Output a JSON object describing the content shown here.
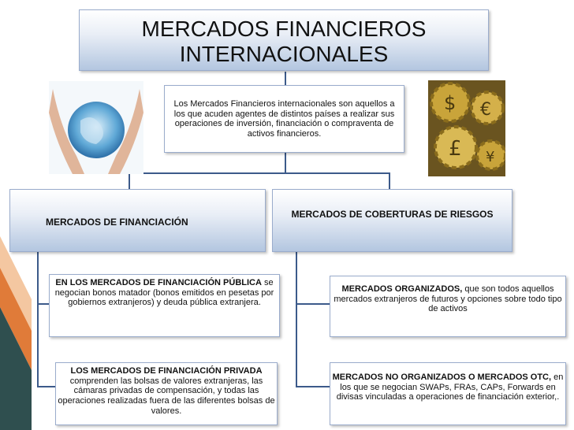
{
  "title": {
    "line1": "MERCADOS FINANCIEROS",
    "line2": "INTERNACIONALES"
  },
  "definition": "Los Mercados Financieros internacionales son aquellos a los que acuden agentes de distintos países a realizar sus operaciones de inversión, financiación o compraventa de activos financieros.",
  "left_branch": {
    "title": "MERCADOS DE FINANCIACIÓN",
    "child1": {
      "bold": "EN LOS MERCADOS DE FINANCIACIÓN PÚBLICA",
      "text": "se negocian bonos matador (bonos emitidos en pesetas por gobiernos extranjeros) y deuda pública extranjera."
    },
    "child2": {
      "bold": "LOS MERCADOS DE FINANCIACIÓN PRIVADA",
      "text": "comprenden las bolsas de valores extranjeras, las cámaras privadas de compensación, y todas las operaciones realizadas fuera de las diferentes bolsas de valores."
    }
  },
  "right_branch": {
    "title": "MERCADOS DE COBERTURAS DE RIESGOS",
    "child1": {
      "bold": "MERCADOS ORGANIZADOS,",
      "text": "que son todos aquellos mercados extranjeros de futuros y opciones sobre todo tipo de activos"
    },
    "child2": {
      "bold": "MERCADOS NO ORGANIZADOS O MERCADOS OTC,",
      "text_a": "en los que se negocian",
      "text_b": "SWAPs, FRAs, CAPs, Forwards en divisas vinculadas a operaciones de financiación exterior,."
    }
  },
  "colors": {
    "stripe_dark": "#2f4f4f",
    "stripe_mid": "#e07b39",
    "stripe_light": "#f4c7a1",
    "connector": "#3c5a8a"
  }
}
